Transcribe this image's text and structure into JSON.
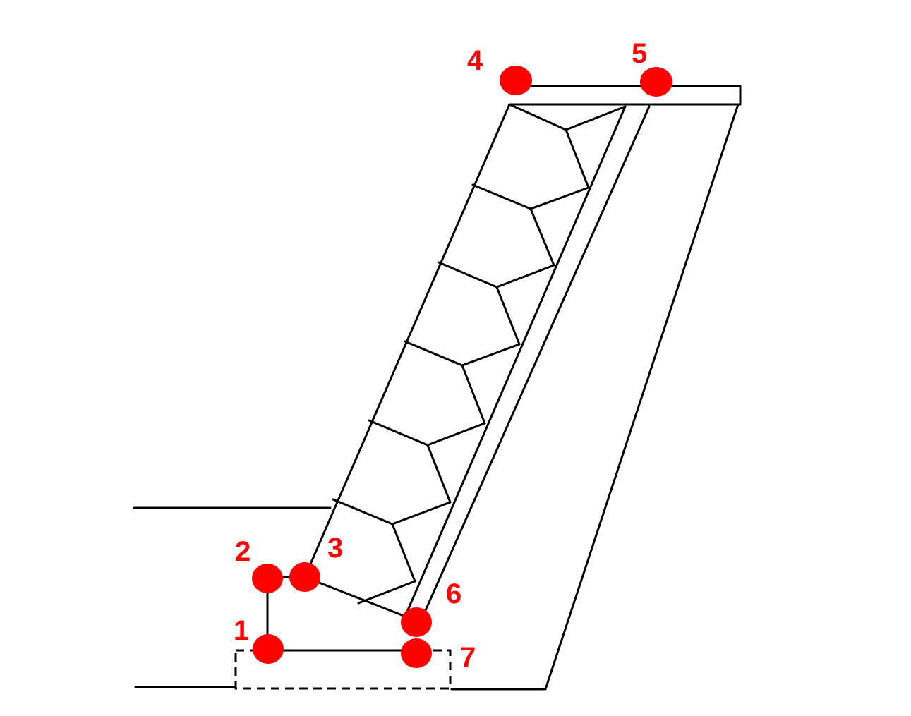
{
  "colors": {
    "line": "#000000",
    "marker": "#ff0000",
    "label": "#ff0000",
    "background": "#ffffff"
  },
  "points": [
    {
      "id": "p1",
      "label": "1"
    },
    {
      "id": "p2",
      "label": "2"
    },
    {
      "id": "p3",
      "label": "3"
    },
    {
      "id": "p4",
      "label": "4"
    },
    {
      "id": "p5",
      "label": "5"
    },
    {
      "id": "p6",
      "label": "6"
    },
    {
      "id": "p7",
      "label": "7"
    }
  ]
}
